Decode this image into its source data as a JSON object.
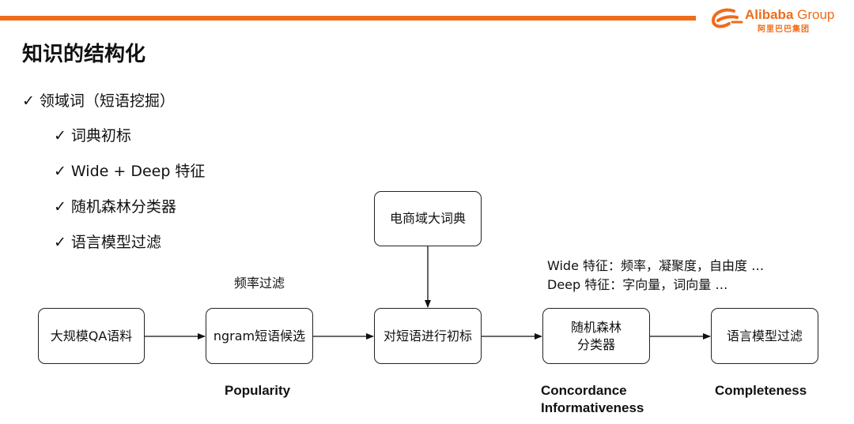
{
  "slide": {
    "title": "知识的结构化",
    "accent_color": "#ef6c1a"
  },
  "logo": {
    "name": "Alibaba",
    "group": " Group",
    "cn": "阿里巴巴集团"
  },
  "bullets": [
    {
      "check": "✓",
      "text": "领域词（短语挖掘）"
    },
    {
      "check": "✓",
      "text": "词典初标"
    },
    {
      "check": "✓",
      "text": "Wide + Deep 特征"
    },
    {
      "check": "✓",
      "text": "随机森林分类器"
    },
    {
      "check": "✓",
      "text": "语言模型过滤"
    }
  ],
  "diagram": {
    "nodes": {
      "qa": "大规模QA语料",
      "ngram": "ngram短语候选",
      "dict": "电商域大词典",
      "label": "对短语进行初标",
      "rf": "随机森林\n分类器",
      "lm": "语言模型过滤"
    },
    "annotations": {
      "freq": "频率过滤",
      "wide": "Wide 特征：频率，凝聚度，自由度 …",
      "deep": "Deep 特征：字向量，词向量 …"
    },
    "metrics": {
      "popularity": "Popularity",
      "concordance": "Concordance\nInformativeness",
      "completeness": "Completeness"
    }
  }
}
